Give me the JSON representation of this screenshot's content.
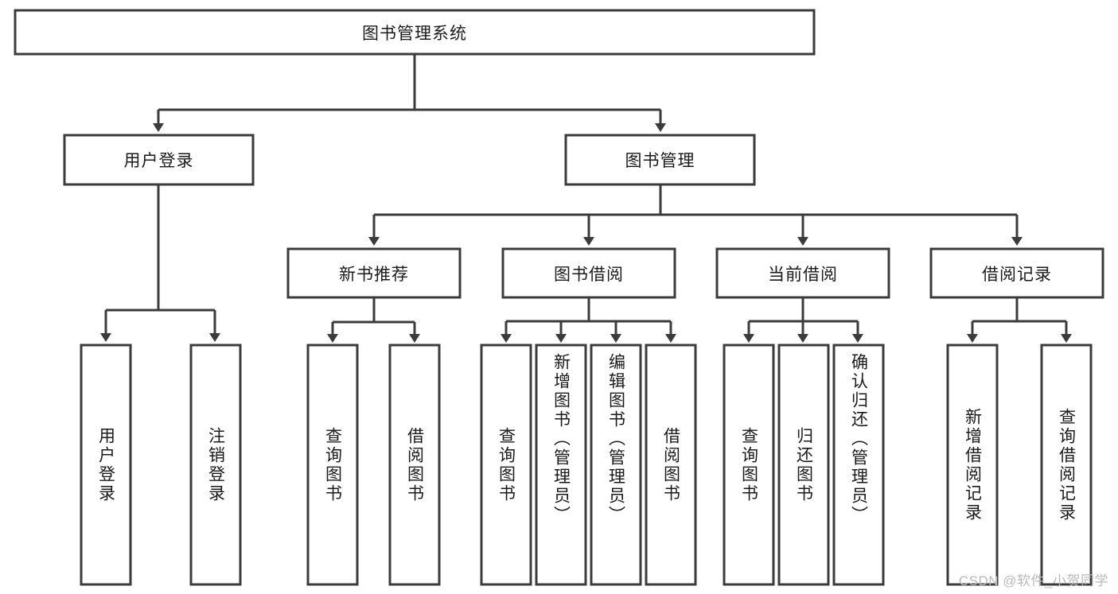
{
  "diagram": {
    "type": "tree",
    "title": "图书管理系统",
    "watermark": "CSDN @软件_小贺同学",
    "colors": {
      "stroke": "#3b3b3b",
      "box_fill": "#ffffff",
      "text": "#1a1a1a",
      "background": "#ffffff",
      "watermark": "#b9b9b9"
    },
    "levels": {
      "root": {
        "label": "图书管理系统",
        "orientation": "horizontal"
      },
      "level2": [
        {
          "label": "用户登录",
          "orientation": "horizontal"
        },
        {
          "label": "图书管理",
          "orientation": "horizontal"
        }
      ],
      "level3": [
        {
          "label": "新书推荐",
          "orientation": "horizontal",
          "parent": "图书管理"
        },
        {
          "label": "图书借阅",
          "orientation": "horizontal",
          "parent": "图书管理"
        },
        {
          "label": "当前借阅",
          "orientation": "horizontal",
          "parent": "图书管理"
        },
        {
          "label": "借阅记录",
          "orientation": "horizontal",
          "parent": "图书管理"
        }
      ],
      "leaves": [
        {
          "label": "用户登录",
          "orientation": "vertical",
          "parent": "用户登录"
        },
        {
          "label": "注销登录",
          "orientation": "vertical",
          "parent": "用户登录"
        },
        {
          "label": "查询图书",
          "orientation": "vertical",
          "parent": "新书推荐"
        },
        {
          "label": "借阅图书",
          "orientation": "vertical",
          "parent": "新书推荐"
        },
        {
          "label": "查询图书",
          "orientation": "vertical",
          "parent": "图书借阅"
        },
        {
          "label": "新增图书（管理员）",
          "orientation": "vertical",
          "parent": "图书借阅"
        },
        {
          "label": "编辑图书（管理员）",
          "orientation": "vertical",
          "parent": "图书借阅"
        },
        {
          "label": "借阅图书",
          "orientation": "vertical",
          "parent": "图书借阅"
        },
        {
          "label": "查询图书",
          "orientation": "vertical",
          "parent": "当前借阅"
        },
        {
          "label": "归还图书",
          "orientation": "vertical",
          "parent": "当前借阅"
        },
        {
          "label": "确认归还（管理员）",
          "orientation": "vertical",
          "parent": "当前借阅"
        },
        {
          "label": "新增借阅记录",
          "orientation": "vertical",
          "parent": "借阅记录"
        },
        {
          "label": "查询借阅记录",
          "orientation": "vertical",
          "parent": "借阅记录"
        }
      ]
    }
  }
}
